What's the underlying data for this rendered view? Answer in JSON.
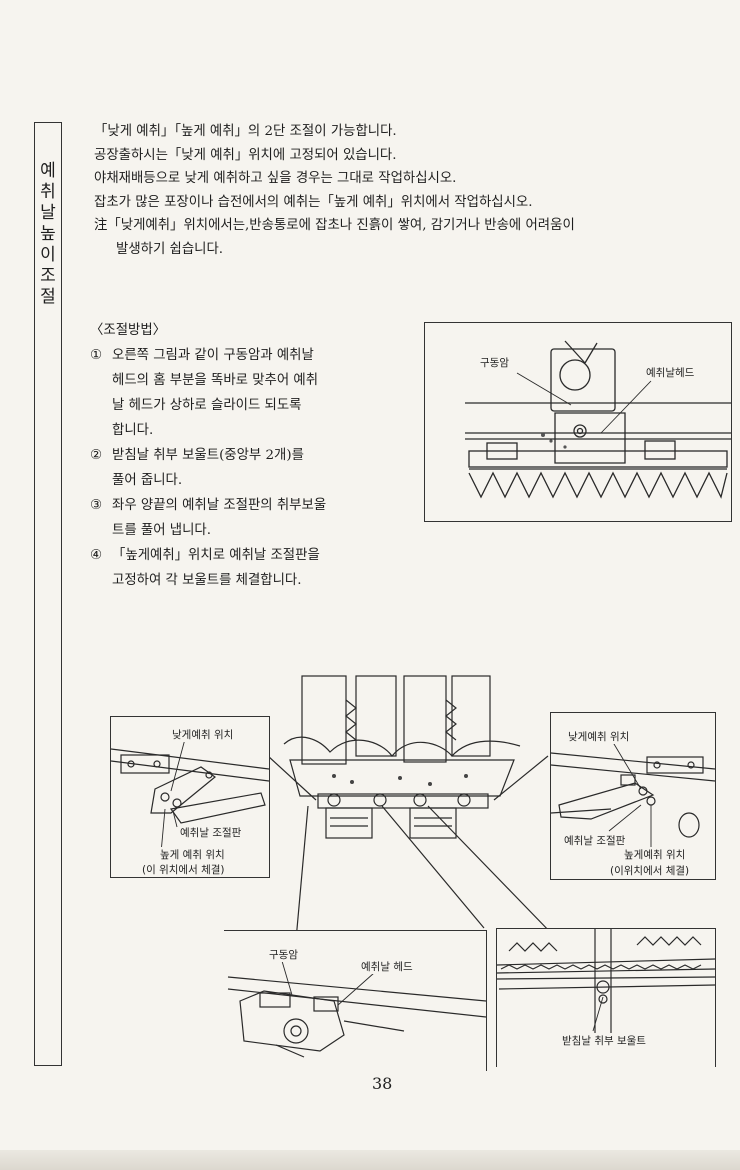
{
  "side_tab": "예취날 높이 조절",
  "intro": {
    "line1": "「낮게 예취」「높게 예취」의 2단 조절이 가능합니다.",
    "line2": "공장출하시는「낮게 예취」위치에 고정되어 있습니다.",
    "line3": "야채재배등으로 낮게 예취하고 싶을 경우는 그대로 작업하십시오.",
    "line4": "잡초가 많은 포장이나 습전에서의 예취는「높게 예취」위치에서 작업하십시오.",
    "note_line1": "注「낮게예취」위치에서는,반송통로에 잡초나 진흙이 쌓여, 감기거나 반송에 어려움이",
    "note_line2": "발생하기 쉽습니다."
  },
  "method": {
    "heading": "〈조절방법〉",
    "steps": [
      {
        "num": "①",
        "line1": "오른쪽 그림과 같이 구동암과 예취날",
        "line2": "헤드의 홈 부분을 똑바로 맞추어 예취",
        "line3": "날 헤드가 상하로 슬라이드 되도록",
        "line4": "합니다."
      },
      {
        "num": "②",
        "line1": "받침날 취부 보울트(중앙부 2개)를",
        "line2": "풀어 줍니다."
      },
      {
        "num": "③",
        "line1": "좌우 양끝의 예취날 조절판의 취부보울",
        "line2": "트를 풀어 냅니다."
      },
      {
        "num": "④",
        "line1": "「높게예취」위치로 예취날 조절판을",
        "line2": "고정하여 각 보울트를 체결합니다."
      }
    ]
  },
  "figure_top": {
    "label_arm": "구동암",
    "label_head": "예취날헤드"
  },
  "figure_left": {
    "label_low": "낮게예취 위치",
    "label_plate": "예취날 조절판",
    "label_high": "높게 예취 위치",
    "label_note": "(이 위치에서 체결)"
  },
  "figure_right": {
    "label_low": "낮게예취 위치",
    "label_plate": "예취날 조절판",
    "label_high": "높게예취 위치",
    "label_note": "(이위치에서 체결)"
  },
  "figure_bottom_left": {
    "label_arm": "구동암",
    "label_head": "예취날 헤드"
  },
  "figure_bottom_right": {
    "label_bolt": "받침날 취부 보울트"
  },
  "page_number": "38"
}
